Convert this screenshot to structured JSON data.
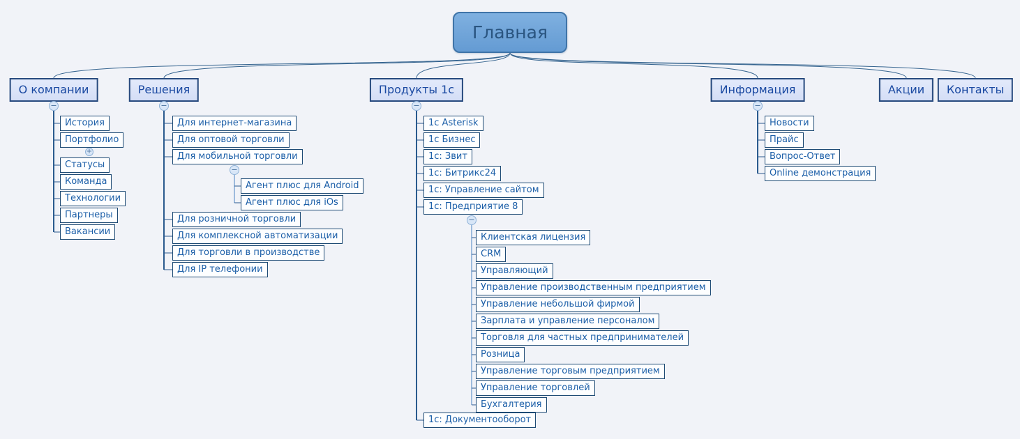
{
  "icons": {
    "collapse_symbol": "−",
    "expand_symbol": "+"
  },
  "colors": {
    "background": "#f1f3f8",
    "root_fill": "#6fa6dc",
    "level1_fill": "#d9e1f7",
    "node_border": "#1d4a74",
    "text_blue": "#1c5fa8"
  },
  "tree": {
    "root": {
      "label": "Главная"
    },
    "branches": [
      {
        "label": "О компании",
        "children": [
          {
            "label": "История"
          },
          {
            "label": "Портфолио"
          },
          {
            "label": "Статусы"
          },
          {
            "label": "Команда"
          },
          {
            "label": "Технологии"
          },
          {
            "label": "Партнеры"
          },
          {
            "label": "Вакансии"
          }
        ]
      },
      {
        "label": "Решения",
        "children": [
          {
            "label": "Для интернет-магазина"
          },
          {
            "label": "Для оптовой торговли"
          },
          {
            "label": "Для мобильной торговли",
            "children": [
              {
                "label": "Агент плюс для Android"
              },
              {
                "label": "Агент плюс для iOs"
              }
            ]
          },
          {
            "label": "Для розничной торговли"
          },
          {
            "label": "Для комплексной автоматизации"
          },
          {
            "label": "Для торговли в производстве"
          },
          {
            "label": "Для IP телефонии"
          }
        ]
      },
      {
        "label": "Продукты 1с",
        "children": [
          {
            "label": "1с Asterisk"
          },
          {
            "label": "1с Бизнес"
          },
          {
            "label": "1с: Звит"
          },
          {
            "label": "1с: Битрикс24"
          },
          {
            "label": "1с: Управление сайтом"
          },
          {
            "label": "1с: Предприятие 8",
            "children": [
              {
                "label": "Клиентская лицензия"
              },
              {
                "label": "CRM"
              },
              {
                "label": "Управляющий"
              },
              {
                "label": "Управление производственным предприятием"
              },
              {
                "label": "Управление небольшой фирмой"
              },
              {
                "label": "Зарплата и управление персоналом"
              },
              {
                "label": "Торговля для частных предпринимателей"
              },
              {
                "label": "Розница"
              },
              {
                "label": "Управление торговым предприятием"
              },
              {
                "label": "Управление торговлей"
              },
              {
                "label": "Бухгалтерия"
              }
            ]
          },
          {
            "label": "1с: Документооборот"
          }
        ]
      },
      {
        "label": "Информация",
        "children": [
          {
            "label": "Новости"
          },
          {
            "label": "Прайс"
          },
          {
            "label": "Вопрос-Ответ"
          },
          {
            "label": "Online демонстрация"
          }
        ]
      },
      {
        "label": "Акции"
      },
      {
        "label": "Контакты"
      }
    ]
  }
}
